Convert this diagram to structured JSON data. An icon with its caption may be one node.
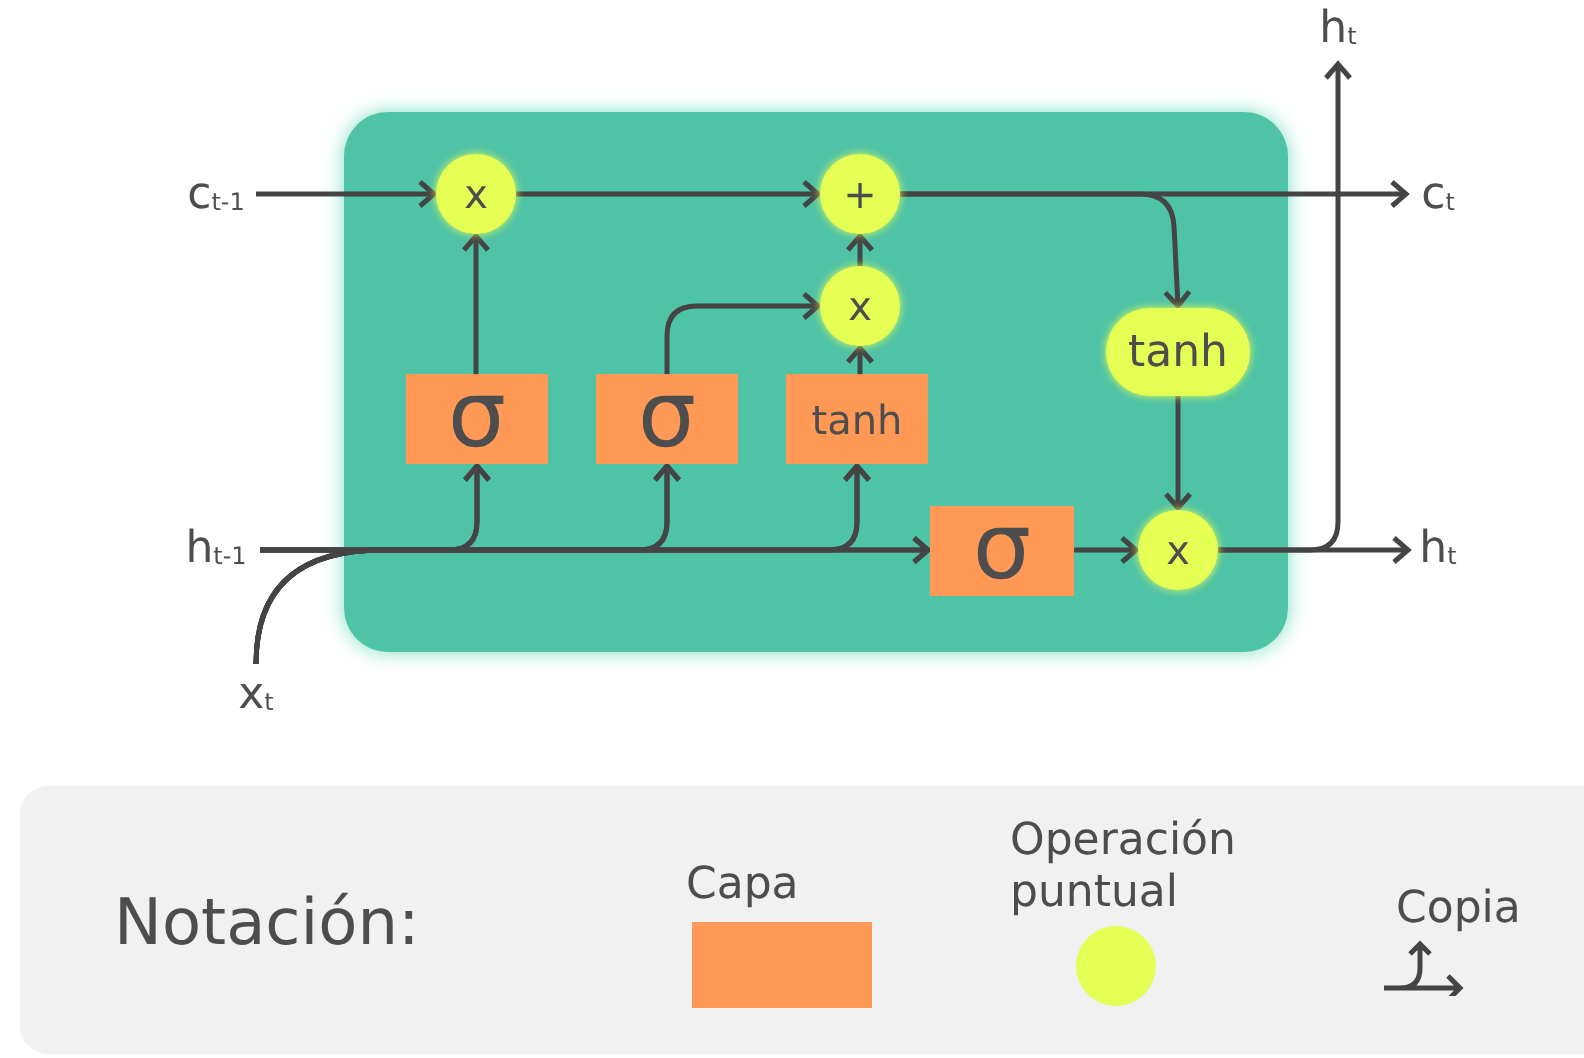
{
  "diagram": {
    "nodes": [
      {
        "text": [],
        "shape": "box"
      },
      {
        "text": [
          "c$_{t-1}$"
        ]
      },
      {
        "text": [
          "x"
        ],
        "in": 0
      },
      {
        "text": [
          "+"
        ],
        "in": 0
      },
      {
        "text": [
          "x"
        ],
        "in": 0
      },
      {
        "text": [
          "σ"
        ],
        "in": 0
      },
      {
        "text": [
          "σ"
        ],
        "in": 0
      },
      {
        "text": [
          "tanh"
        ],
        "in": 0
      },
      {
        "text": [
          "tanh"
        ],
        "in": 0
      },
      {
        "text": [
          "σ"
        ],
        "in": 0
      },
      {
        "text": [
          "x"
        ],
        "in": 0
      },
      {
        "text": [
          "h$_{t-1}$"
        ]
      },
      {
        "text": [
          "x$_{t}$"
        ]
      },
      {
        "text": [
          "h$_{t}$"
        ]
      },
      {
        "text": [
          "c$_{t}$"
        ]
      },
      {
        "text": [
          "h$_{t}$"
        ]
      }
    ],
    "edges": [
      {
        "from": 1,
        "to": 2,
        "arrow": "to"
      },
      {
        "from": 2,
        "to": 3,
        "arrow": "to"
      },
      {
        "from": 3,
        "to": 14,
        "arrow": "to"
      },
      {
        "from": 3,
        "to": 8,
        "arrow": "to"
      },
      {
        "from": 5,
        "to": 2,
        "arrow": "to"
      },
      {
        "from": 6,
        "to": 4,
        "arrow": "to"
      },
      {
        "from": 7,
        "to": 4,
        "arrow": "to"
      },
      {
        "from": 4,
        "to": 3,
        "arrow": "to"
      },
      {
        "from": 11,
        "to": 5,
        "arrow": "to"
      },
      {
        "from": 11,
        "to": 6,
        "arrow": "to"
      },
      {
        "from": 11,
        "to": 7,
        "arrow": "to"
      },
      {
        "from": 11,
        "to": 9,
        "arrow": "to"
      },
      {
        "from": 12,
        "to": 5,
        "arrow": "to"
      },
      {
        "from": 12,
        "to": 6,
        "arrow": "to"
      },
      {
        "from": 12,
        "to": 7,
        "arrow": "to"
      },
      {
        "from": 12,
        "to": 9,
        "arrow": "to"
      },
      {
        "from": 9,
        "to": 10,
        "arrow": "to"
      },
      {
        "from": 8,
        "to": 10,
        "arrow": "to"
      },
      {
        "from": 10,
        "to": 15,
        "arrow": "to"
      },
      {
        "from": 10,
        "to": 13,
        "arrow": "to"
      }
    ],
    "labels": [
      "Notación:"
    ],
    "legend": [
      {
        "text": "Capa",
        "color": "#ff9955"
      },
      {
        "text": "Operación puntual",
        "color": "#e5ff55"
      },
      {
        "text": "Copia"
      }
    ]
  }
}
